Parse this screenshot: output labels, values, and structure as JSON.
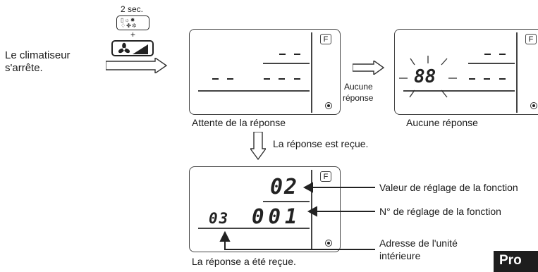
{
  "left": {
    "time_label": "2 sec.",
    "plus": "+",
    "stop_text_line1": "Le climatiseur",
    "stop_text_line2": "s'arrête."
  },
  "panels": {
    "waiting": {
      "f_badge": "F",
      "caption": "Attente de la réponse",
      "top_segment": "--",
      "left_segment": "--",
      "right_segment": "---"
    },
    "no_response": {
      "f_badge": "F",
      "caption": "Aucune réponse",
      "blink_segment": "88",
      "top_segment": "--",
      "right_segment": "---"
    },
    "received": {
      "f_badge": "F",
      "caption": "La réponse a été reçue.",
      "function_value": "02",
      "unit_address": "03",
      "function_number": "001"
    }
  },
  "arrows": {
    "no_response_line1": "Aucune",
    "no_response_line2": "réponse",
    "response_received": "La réponse est reçue."
  },
  "callouts": {
    "function_value_label": "Valeur de réglage de la fonction",
    "function_number_label": "N° de réglage de la fonction",
    "unit_address_line1": "Adresse de l'unité",
    "unit_address_line2": "intérieure"
  },
  "section_tab": "Pro"
}
